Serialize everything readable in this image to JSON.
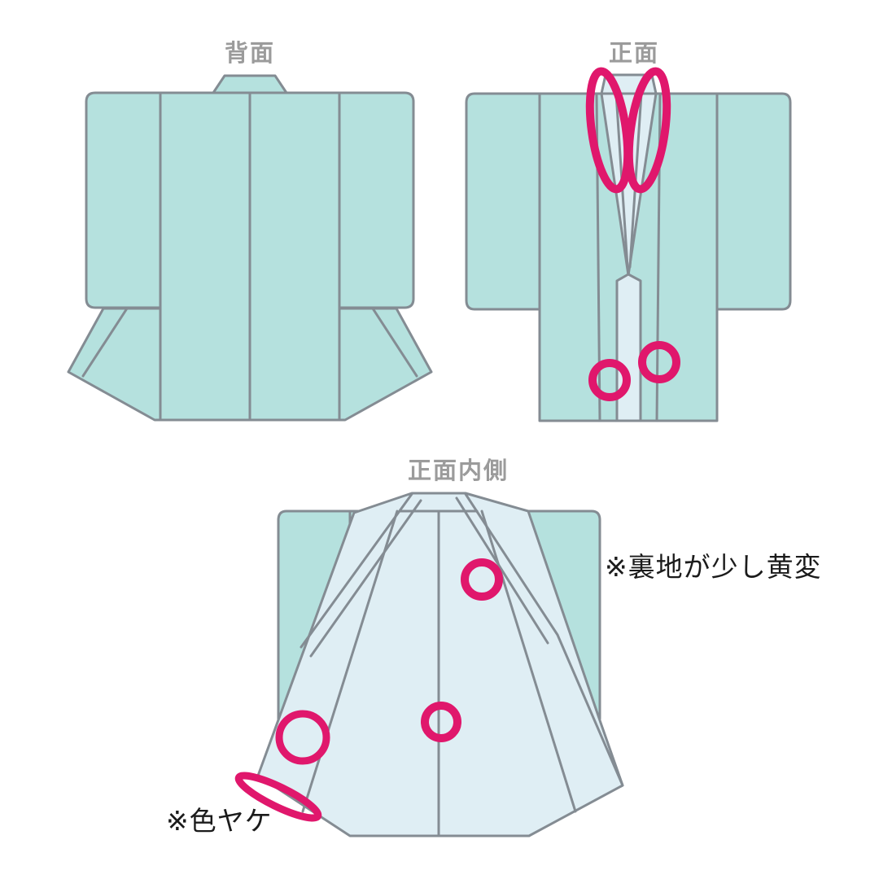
{
  "colors": {
    "garment_teal": "#b5e1de",
    "lining_blue": "#dfeef4",
    "outline_gray": "#848c93",
    "marker_pink": "#e0176c",
    "label_gray": "#9b9b9b",
    "annotation_black": "#1b1b1b"
  },
  "labels": {
    "back": "背面",
    "front": "正面",
    "front_inside": "正面内側"
  },
  "annotations": {
    "lining_yellowing": "※裏地が少し黄変",
    "color_fading": "※色ヤケ"
  }
}
